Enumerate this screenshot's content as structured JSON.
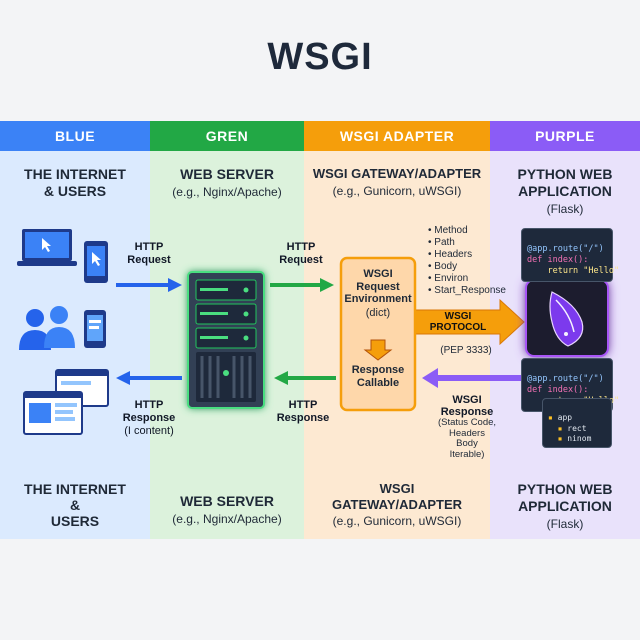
{
  "title": "WSGI",
  "columns": [
    {
      "header": "BLUE",
      "color": "#3b82f6",
      "bg": "#dbeafe"
    },
    {
      "header": "GREN",
      "color": "#22a845",
      "bg": "#dcf2dc"
    },
    {
      "header": "WSGI ADAPTER",
      "color": "#f59e0b",
      "bg": "#fde9d2"
    },
    {
      "header": "PURPLE",
      "color": "#8b5cf6",
      "bg": "#e9e2fb"
    }
  ],
  "top": {
    "internet": [
      "THE INTERNET",
      "& USERS"
    ],
    "server": {
      "name": "WEB SERVER",
      "sub": "(e.g., Nginx/Apache)"
    },
    "gateway": {
      "name": "WSGI GATEWAY/ADAPTER",
      "sub": "(e.g., Gunicorn, uWSGI)"
    },
    "app": {
      "name": [
        "PYTHON WEB",
        "APPLICATION"
      ],
      "sub": "(Flask)"
    }
  },
  "bottom": {
    "internet": [
      "THE INTERNET",
      "&",
      "USERS"
    ],
    "server": {
      "name": "WEB SERVER",
      "sub": "(e.g., Nginx/Apache)"
    },
    "gateway": {
      "name": [
        "WSGI",
        "GATEWAY/ADAPTER"
      ],
      "sub": "(e.g., Gunicorn, uWSGI)"
    },
    "app": {
      "name": [
        "PYTHON WEB",
        "APPLICATION"
      ],
      "sub": "(Flask)"
    }
  },
  "arrows": {
    "req1": [
      "HTTP",
      "Request"
    ],
    "req2": [
      "HTTP",
      "Request"
    ],
    "resp1": [
      "HTTP",
      "Response",
      "(I content)"
    ],
    "resp2": [
      "HTTP",
      "Response"
    ],
    "protocol": [
      "WSGI",
      "PROTOCOL"
    ],
    "pep": "(PEP 3333)",
    "wsgi_resp": [
      "WSGI",
      "Response"
    ],
    "wsgi_resp_detail": [
      "(Status Code,",
      "Headers",
      "Body",
      "Iterable)"
    ]
  },
  "environ_list": [
    "• Method",
    "• Path",
    "• Headers",
    "• Body",
    "• Environ",
    "• Start_Response"
  ],
  "adapter_box": {
    "env": [
      "WSGI",
      "Request",
      "Environment"
    ],
    "dict": "(dict)",
    "callable": [
      "Response",
      "Callable"
    ]
  },
  "code1": {
    "l1": "@app.route(\"/\")",
    "l2": "def index():",
    "l3": "    return \"Hello\""
  },
  "code2": {
    "l1": "@app.route(\"/\")",
    "l2": "def index():",
    "l3": "    return \"Hello\""
  },
  "tree": {
    "l1": "app",
    "l2": "rect",
    "l3": "ninom"
  }
}
